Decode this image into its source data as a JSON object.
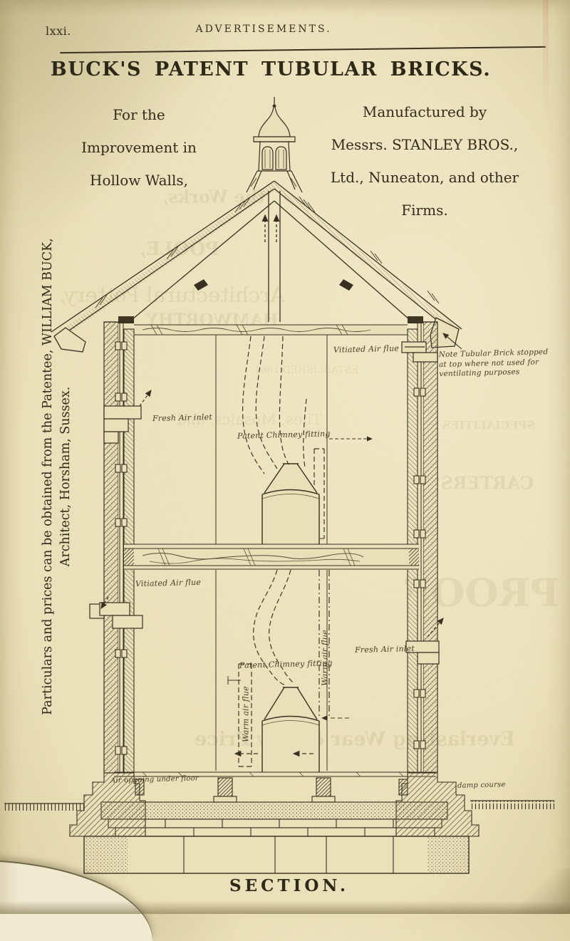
{
  "page": {
    "page_number": "lxxi.",
    "header": "ADVERTISEMENTS.",
    "title": "BUCK'S PATENT TUBULAR BRICKS.",
    "left_tagline": [
      "For the",
      "Improvement in",
      "Hollow Walls,"
    ],
    "right_tagline": [
      "Manufactured by",
      "Messrs. STANLEY BROS.,",
      "Ltd., Nuneaton, and other",
      "Firms."
    ],
    "vertical_note_line1": "Particulars and prices can be obtained from the Patentee, WILLIAM BUCK,",
    "vertical_note_line2": "Architect, Horsham, Sussex.",
    "caption": "SECTION."
  },
  "drawing": {
    "labels": {
      "vitiated_air_flue_upper": "Vitiated Air flue",
      "note_tubular_brick": "Note Tubular Brick stopped at top where not used for ventilating purposes",
      "fresh_air_inlet_upper": "Fresh Air inlet",
      "patent_chimney_fitting_upper": "Patent Chimney fitting",
      "vitiated_air_flue_lower": "Vitiated Air flue",
      "patent_chimney_fitting_lower": "Patent Chimney fitting",
      "warm_air_flue_left": "Warm air flue",
      "warm_air_flue_right": "Warm air flue",
      "fresh_air_inlet_lower": "Fresh Air inlet",
      "air_opening_under_floor": "Air opening under floor",
      "damp_course": "damp course"
    }
  },
  "colors": {
    "paper": "#e9dfb8",
    "ink": "#38311f",
    "annotation_ink": "#473e26",
    "bleedthrough": "#9b8d58"
  },
  "bleedthrough": {
    "items": [
      {
        "text": "the Works,"
      },
      {
        "text": "POOLE,"
      },
      {
        "text": "Architectural Pottery,"
      },
      {
        "text": "HAMWORTHY"
      },
      {
        "text": "ESTABLISHED 1861"
      },
      {
        "text": "Tiles, Mosaics, and"
      },
      {
        "text": "SPECIALITIES"
      },
      {
        "text": "CARTERS'"
      },
      {
        "text": "PROOF"
      },
      {
        "text": "Everlasting Wear & Low Price"
      }
    ]
  }
}
